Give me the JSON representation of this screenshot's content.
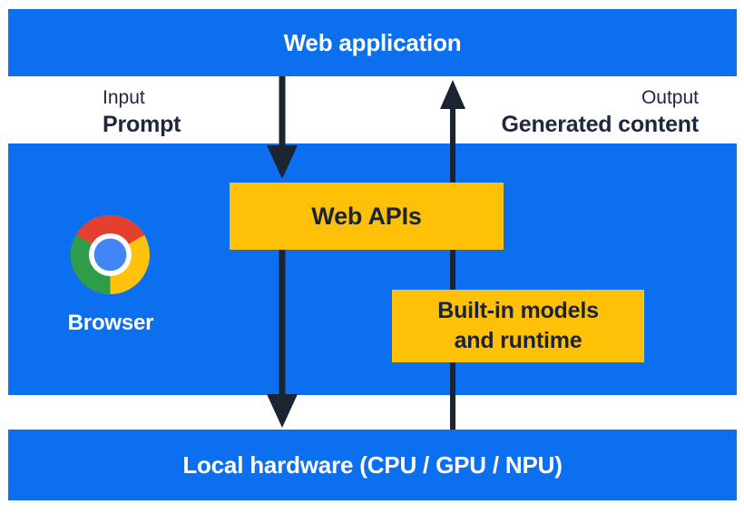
{
  "diagram": {
    "title": "Web application",
    "io": {
      "input_label": "Input",
      "input_value": "Prompt",
      "output_label": "Output",
      "output_value": "Generated content"
    },
    "browser": {
      "name": "Browser",
      "web_apis": "Web APIs",
      "builtin_models_line1": "Built-in models",
      "builtin_models_line2": "and runtime"
    },
    "hardware": "Local hardware (CPU / GPU / NPU)"
  },
  "icons": {
    "chrome_logo": "chrome-browser-logo",
    "down_arrow_top": "prompt-flow-arrow",
    "down_arrow_bottom": "apis-to-hardware-arrow",
    "up_arrow": "generated-content-arrow"
  },
  "colors": {
    "blue": "#0b6fef",
    "yellow": "#ffc008",
    "navy": "#1a2433",
    "text_dark": "#1e2740",
    "chrome_red": "#e3402f",
    "chrome_yellow": "#ffc20a",
    "chrome_green": "#2e9c48",
    "chrome_blue": "#4285f4"
  }
}
